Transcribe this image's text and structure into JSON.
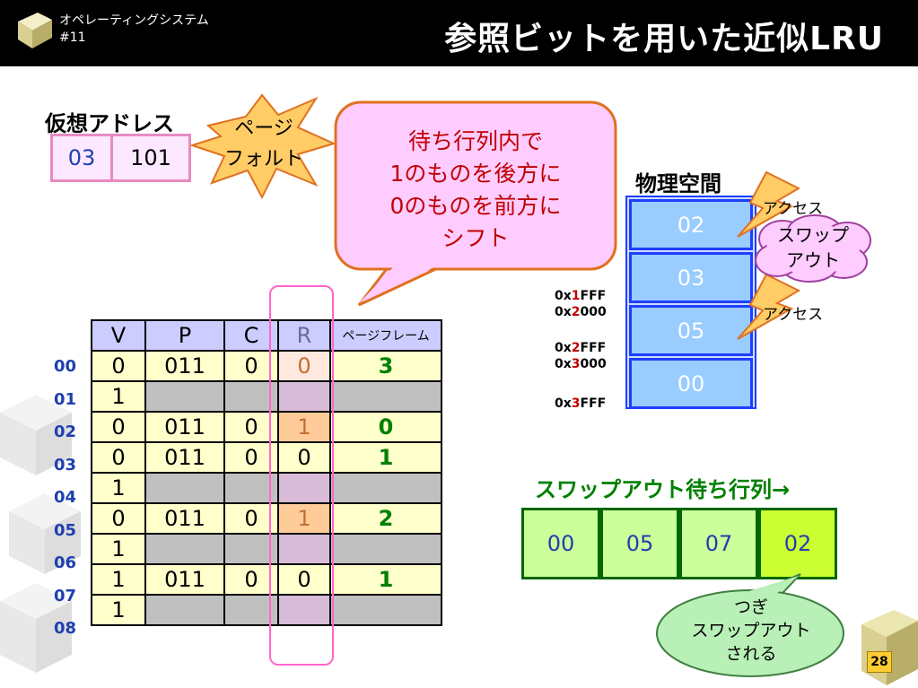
{
  "header": {
    "course": "オペレーティングシステム",
    "lecture": "#11",
    "title": "参照ビットを用いた近似LRU",
    "page_number": "28"
  },
  "virtual_address": {
    "label": "仮想アドレス",
    "page": "03",
    "offset": "101"
  },
  "page_fault_burst": {
    "line1": "ページ",
    "line2": "フォルト"
  },
  "callout": {
    "line1": "待ち行列内で",
    "line2": "1のものを後方に",
    "line3": "0のものを前方に",
    "line4": "シフト"
  },
  "page_table": {
    "headers": [
      "V",
      "P",
      "C",
      "R",
      "ページフレーム"
    ],
    "row_labels": [
      "00",
      "01",
      "02",
      "03",
      "04",
      "05",
      "06",
      "07",
      "08"
    ],
    "rows": [
      [
        "0",
        "011",
        "0",
        "0",
        "3"
      ],
      [
        "1",
        "",
        "",
        "",
        ""
      ],
      [
        "0",
        "011",
        "0",
        "1",
        "0"
      ],
      [
        "0",
        "011",
        "0",
        "0",
        "1"
      ],
      [
        "1",
        "",
        "",
        "",
        ""
      ],
      [
        "0",
        "011",
        "0",
        "1",
        "2"
      ],
      [
        "1",
        "",
        "",
        "",
        ""
      ],
      [
        "1",
        "011",
        "0",
        "0",
        "1"
      ],
      [
        "1",
        "",
        "",
        "",
        ""
      ]
    ]
  },
  "physical_memory": {
    "label": "物理空間",
    "frames": [
      "02",
      "03",
      "05",
      "00"
    ],
    "addresses": [
      {
        "prefix": "0x",
        "digit": "1",
        "suffix": "FFF"
      },
      {
        "prefix": "0x",
        "digit": "2",
        "suffix": "000"
      },
      {
        "prefix": "0x",
        "digit": "2",
        "suffix": "FFF"
      },
      {
        "prefix": "0x",
        "digit": "3",
        "suffix": "000"
      },
      {
        "prefix": "0x",
        "digit": "3",
        "suffix": "FFF"
      }
    ],
    "access_label_1": "アクセス",
    "access_label_2": "アクセス",
    "swap_cloud": {
      "line1": "スワップ",
      "line2": "アウト"
    }
  },
  "swap_queue": {
    "label": "スワップアウト待ち行列→",
    "items": [
      "00",
      "05",
      "07",
      "02"
    ],
    "next_callout": {
      "line1": "つぎ",
      "line2": "スワップアウト",
      "line3": "される"
    }
  },
  "colors": {
    "header_bg": "#000000",
    "blue_text": "#1f3fb0",
    "green_text": "#008000",
    "red_text": "#c00000",
    "queue_bg": "#ccff99",
    "queue_highlight": "#ccff33",
    "frame_bg": "#99ccff"
  }
}
